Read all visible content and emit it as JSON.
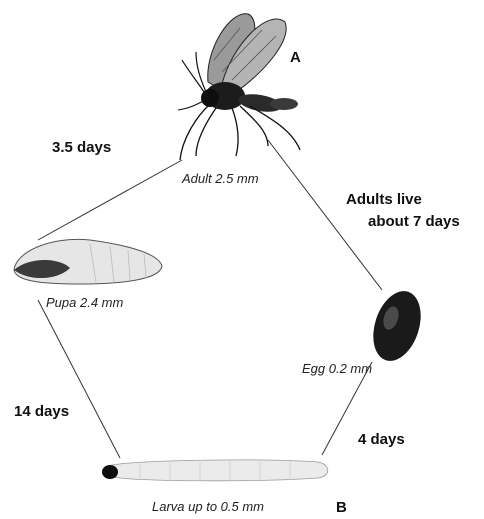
{
  "stages": {
    "adult": "Adult 2.5 mm",
    "pupa": "Pupa 2.4 mm",
    "egg": "Egg 0.2 mm",
    "larva": "Larva up to 0.5 mm"
  },
  "durations": {
    "adult_to_pupa": "3.5 days",
    "adult_lifespan_line1": "Adults live",
    "adult_lifespan_line2": "about 7 days",
    "pupa_to_larva": "14 days",
    "egg_to_larva": "4 days"
  },
  "markers": {
    "a": "A",
    "b": "B"
  },
  "colors": {
    "line": "#333333",
    "body_dark": "#1c1c1c",
    "pale_body": "#e8e8e8"
  }
}
